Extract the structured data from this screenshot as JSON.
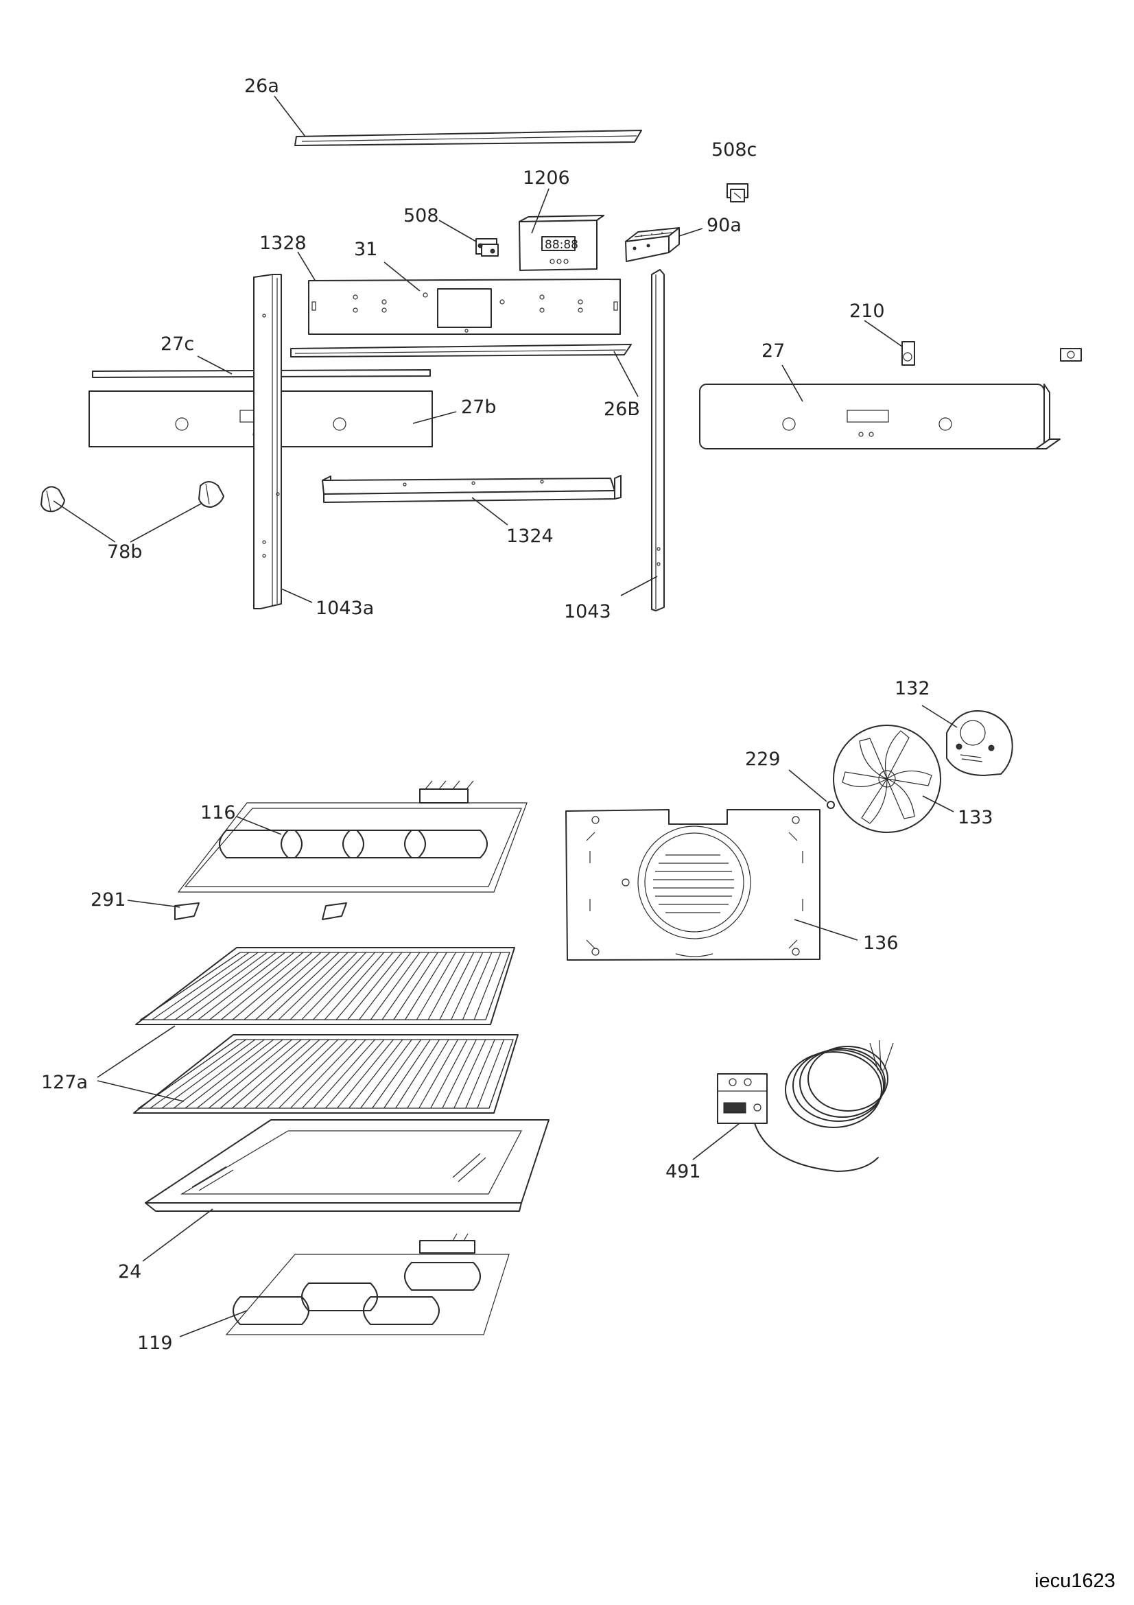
{
  "diagram": {
    "code": "iecu1623",
    "labels": {
      "p26a": "26a",
      "p508c": "508c",
      "p1206": "1206",
      "p508": "508",
      "p90a": "90a",
      "p1328": "1328",
      "p31": "31",
      "p210": "210",
      "p27c": "27c",
      "p27": "27",
      "p27b": "27b",
      "p26B": "26B",
      "p78b": "78b",
      "p1324": "1324",
      "p1043a": "1043a",
      "p1043": "1043",
      "p132": "132",
      "p229": "229",
      "p116": "116",
      "p133": "133",
      "p291": "291",
      "p136": "136",
      "p127a": "127a",
      "p491": "491",
      "p24": "24",
      "p119": "119"
    },
    "display_reading": "88:88"
  }
}
